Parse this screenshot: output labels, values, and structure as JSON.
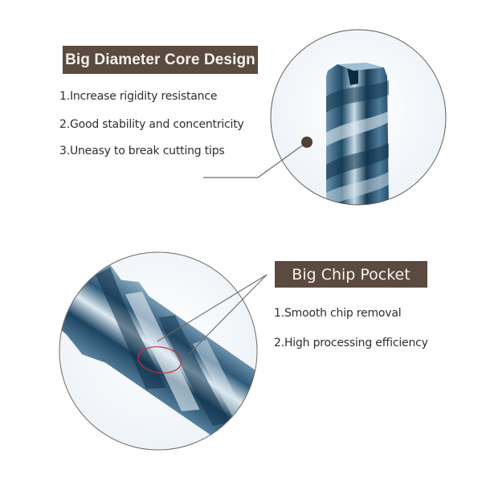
{
  "section1": {
    "title": "Big Diameter Core Design",
    "features": [
      "1.Increase rigidity resistance",
      "2.Good stability and concentricity",
      "3.Uneasy to break cutting tips"
    ],
    "image": "end-mill-vertical-closeup"
  },
  "section2": {
    "title": "Big Chip Pocket",
    "features": [
      "1.Smooth chip removal",
      "2.High processing efficiency"
    ],
    "image": "end-mill-diagonal-closeup"
  },
  "colors": {
    "header_bg": "#5a4a3f",
    "header_text": "#f7f3ee",
    "body_text": "#2e2e2e",
    "leader_line": "#6e6a66",
    "marker_dot": "#4f3f34",
    "highlight_ellipse": "#c0323a",
    "tool_steel": "#2f5873"
  }
}
